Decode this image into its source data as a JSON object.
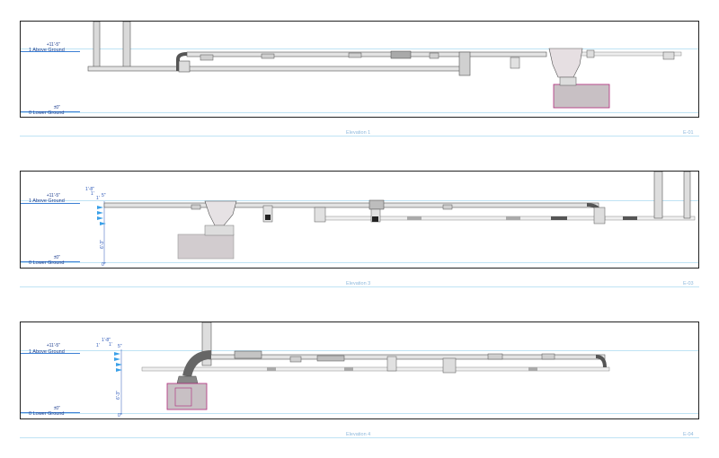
{
  "views": [
    {
      "title": "Elevation 1",
      "sheet": "E-01",
      "levels": [
        {
          "elevation": "+11'-5\"",
          "name": "1 Above Ground"
        },
        {
          "elevation": "±0\"",
          "name": "0 Lower Ground"
        }
      ]
    },
    {
      "title": "Elevation 3",
      "sheet": "E-03",
      "levels": [
        {
          "elevation": "+11'-5\"",
          "name": "1 Above Ground"
        },
        {
          "elevation": "±0\"",
          "name": "0 Lower Ground"
        }
      ],
      "dimensions": [
        "1'-8\"",
        "1'",
        "1'",
        "5\"",
        "6'-3\"",
        "0\""
      ]
    },
    {
      "title": "Elevation 4",
      "sheet": "E-04",
      "levels": [
        {
          "elevation": "+11'-5\"",
          "name": "1 Above Ground"
        },
        {
          "elevation": "±0\"",
          "name": "0 Lower Ground"
        }
      ],
      "dimensions": [
        "1'",
        "1'-8\"",
        "1'",
        "5\"",
        "6'-3\"",
        "0\""
      ]
    }
  ],
  "colors": {
    "level_line": "#bfe3f4",
    "level_text": "#1f3f8f",
    "title_text": "#8fb9dc",
    "dimension": "#2a56b8",
    "duct_fill": "#e3e3e3",
    "duct_stroke": "#555555",
    "equipment": "#c8c0c4",
    "equipment_highlight": "#b0287a"
  }
}
